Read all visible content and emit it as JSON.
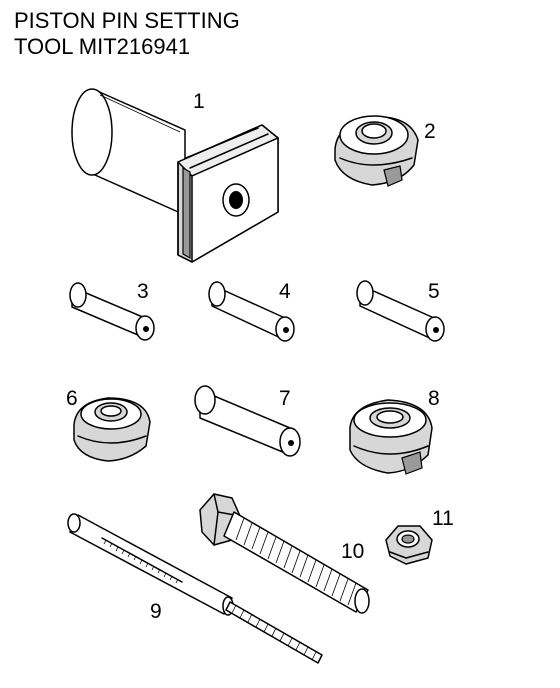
{
  "title": {
    "line1": "PISTON PIN SETTING",
    "line2": "TOOL MIT216941"
  },
  "parts": [
    {
      "label": "1"
    },
    {
      "label": "2"
    },
    {
      "label": "3"
    },
    {
      "label": "4"
    },
    {
      "label": "5"
    },
    {
      "label": "6"
    },
    {
      "label": "7"
    },
    {
      "label": "8"
    },
    {
      "label": "9"
    },
    {
      "label": "10"
    },
    {
      "label": "11"
    }
  ]
}
